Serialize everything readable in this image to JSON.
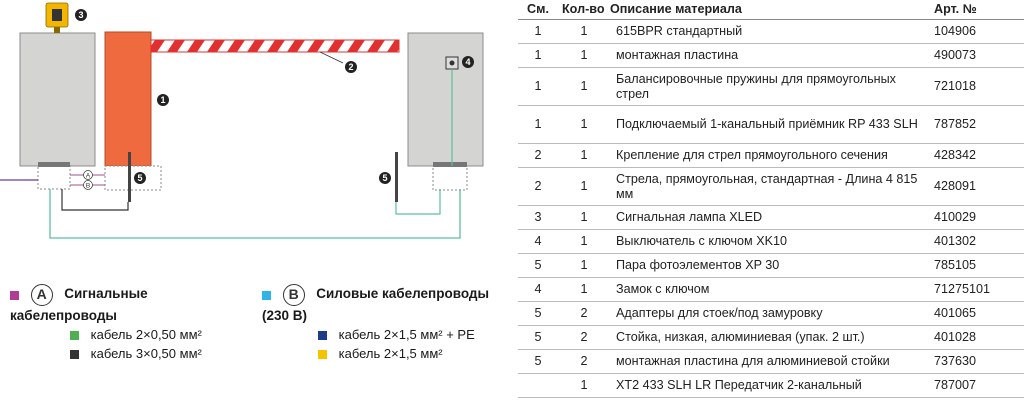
{
  "diagram": {
    "callouts": [
      "1",
      "2",
      "3",
      "4",
      "5",
      "5"
    ],
    "cable_labels": [
      "A",
      "B"
    ],
    "colors": {
      "cabinet": "#d4d4d2",
      "cabinet_border": "#8c8c8c",
      "barrier_body": "#ef6a3e",
      "boom_red": "#e03030",
      "lamp": "#f2b600",
      "cable_green": "#5cc09a",
      "cable_dark": "#333333",
      "cable_purple": "#a0508c"
    }
  },
  "legend": {
    "signal": {
      "letter": "A",
      "title_line1": "Сигнальные",
      "title_line2": "кабелепроводы",
      "color": "#b03c96",
      "items": [
        {
          "color": "#4caf50",
          "label": "кабель 2×0,50 мм²"
        },
        {
          "color": "#333333",
          "label": "кабель 3×0,50 мм²"
        }
      ]
    },
    "power": {
      "letter": "B",
      "title_line1": "Силовые кабелепроводы",
      "title_line2": "(230 В)",
      "color": "#2fb4e6",
      "items": [
        {
          "color": "#1f3c88",
          "label": "кабель 2×1,5 мм² + PE"
        },
        {
          "color": "#f5c400",
          "label": "кабель 2×1,5 мм²"
        }
      ]
    }
  },
  "table": {
    "headers": {
      "pos": "См.",
      "qty": "Кол-во",
      "desc": "Описание материала",
      "art": "Арт. №"
    },
    "rows": [
      {
        "pos": "1",
        "qty": "1",
        "desc": "615BPR стандартный",
        "art": "104906"
      },
      {
        "pos": "1",
        "qty": "1",
        "desc": "монтажная пластина",
        "art": "490073"
      },
      {
        "pos": "1",
        "qty": "1",
        "desc": "Балансировочные пружины для прямоугольных стрел",
        "art": "721018"
      },
      {
        "pos": "1",
        "qty": "1",
        "desc": "Подключаемый 1-канальный приёмник RP 433 SLH",
        "art": "787852"
      },
      {
        "pos": "2",
        "qty": "1",
        "desc": "Крепление для стрел прямоугольного сечения",
        "art": "428342"
      },
      {
        "pos": "2",
        "qty": "1",
        "desc": "Стрела, прямоугольная, стандартная - Длина 4 815 мм",
        "art": "428091"
      },
      {
        "pos": "3",
        "qty": "1",
        "desc": "Сигнальная лампа XLED",
        "art": "410029"
      },
      {
        "pos": "4",
        "qty": "1",
        "desc": "Выключатель с ключом XK10",
        "art": "401302"
      },
      {
        "pos": "5",
        "qty": "1",
        "desc": "Пара фотоэлементов XP 30",
        "art": "785105"
      },
      {
        "pos": "4",
        "qty": "1",
        "desc": "Замок с ключом",
        "art": "71275101"
      },
      {
        "pos": "5",
        "qty": "2",
        "desc": "Адаптеры для стоек/под замуровку",
        "art": "401065"
      },
      {
        "pos": "5",
        "qty": "2",
        "desc": "Стойка, низкая, алюминиевая (упак. 2 шт.)",
        "art": "401028"
      },
      {
        "pos": "5",
        "qty": "2",
        "desc": "монтажная пластина для алюминиевой стойки",
        "art": "737630"
      },
      {
        "pos": "",
        "qty": "1",
        "desc": "XT2 433 SLH LR Передатчик 2-канальный",
        "art": "787007"
      }
    ]
  }
}
